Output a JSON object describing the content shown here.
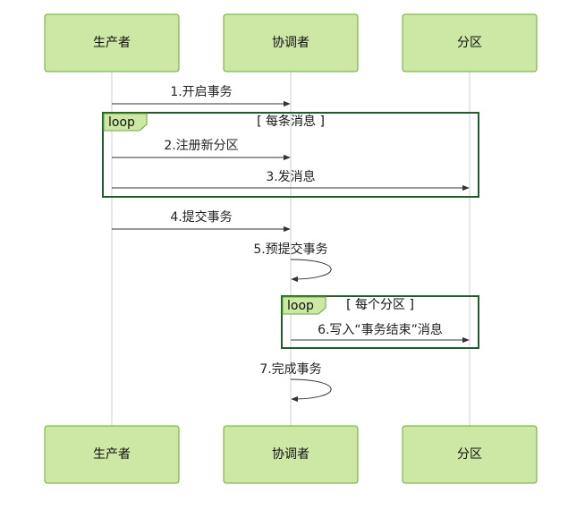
{
  "participants": [
    {
      "id": "producer",
      "label": "生产者"
    },
    {
      "id": "coordinator",
      "label": "协调者"
    },
    {
      "id": "partition",
      "label": "分区"
    }
  ],
  "messages": [
    {
      "from": "producer",
      "to": "coordinator",
      "label": "1.开启事务"
    },
    {
      "from": "producer",
      "to": "coordinator",
      "label": "2.注册新分区"
    },
    {
      "from": "producer",
      "to": "partition",
      "label": "3.发消息"
    },
    {
      "from": "producer",
      "to": "coordinator",
      "label": "4.提交事务"
    },
    {
      "from": "coordinator",
      "to": "coordinator",
      "label": "5.预提交事务"
    },
    {
      "from": "coordinator",
      "to": "partition",
      "label": "6.写入“事务结束”消息"
    },
    {
      "from": "coordinator",
      "to": "coordinator",
      "label": "7.完成事务"
    }
  ],
  "loops": [
    {
      "keyword": "loop",
      "condition": "[ 每条消息 ]"
    },
    {
      "keyword": "loop",
      "condition": "[ 每个分区 ]"
    }
  ],
  "colors": {
    "actor_fill": "#cde7a5",
    "actor_border": "#6aa832",
    "loop_border": "#1f5e2a",
    "line": "#333333"
  }
}
